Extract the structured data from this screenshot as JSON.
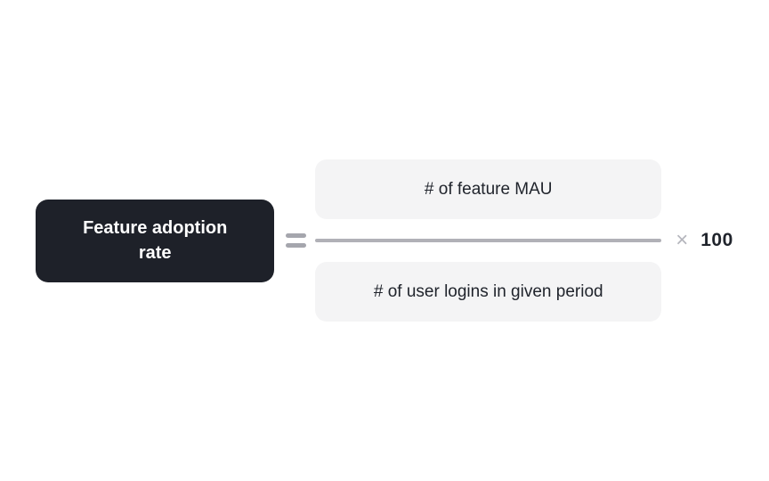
{
  "formula": {
    "label": "Feature adoption rate",
    "label_lines": [
      "Feature adoption",
      "rate"
    ],
    "equals": "=",
    "numerator": "# of feature MAU",
    "denominator": "# of user logins in given period",
    "multiply": "×",
    "factor": "100"
  },
  "colors": {
    "page_bg": "#ffffff",
    "label_bg": "#1e2129",
    "label_text": "#ffffff",
    "box_bg": "#f4f4f5",
    "box_text": "#20242c",
    "line_color": "#b1b1b7",
    "equals_color": "#a5a6ad",
    "times_color": "#b4b5bc",
    "factor_color": "#20242c"
  }
}
